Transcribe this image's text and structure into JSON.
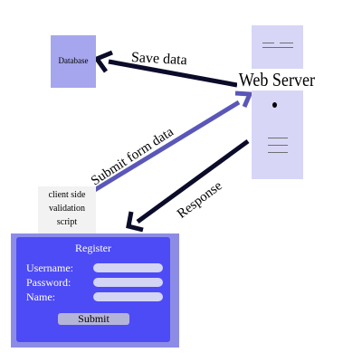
{
  "nodes": {
    "database": "Database",
    "web_server": "Web Server"
  },
  "edges": {
    "save_data": "Save data",
    "submit_form_data": "Submit form data",
    "response": "Response"
  },
  "validation_note": [
    "client side",
    "validation",
    "script"
  ],
  "form": {
    "title": "Register",
    "fields": [
      {
        "label": "Username:"
      },
      {
        "label": "Password:"
      },
      {
        "label": "Name:"
      }
    ],
    "submit_label": "Submit"
  },
  "colors": {
    "database_fill": "#a6a6ee",
    "server_fill": "#d8d6f6",
    "form_outer": "#8c8ce6",
    "form_inner": "#4d4bf5",
    "submit_arrow": "#5a57b8",
    "dark_arrow": "#0b0b2a"
  }
}
